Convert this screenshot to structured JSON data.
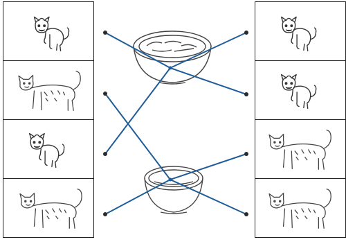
{
  "worksheet": {
    "left_column": [
      {
        "kind": "kitten",
        "icon": "kitten-icon"
      },
      {
        "kind": "cat",
        "icon": "cat-icon"
      },
      {
        "kind": "kitten",
        "icon": "kitten-icon"
      },
      {
        "kind": "cat",
        "icon": "cat-icon"
      }
    ],
    "right_column": [
      {
        "kind": "kitten",
        "icon": "kitten-icon"
      },
      {
        "kind": "kitten",
        "icon": "kitten-icon"
      },
      {
        "kind": "cat",
        "icon": "cat-icon"
      },
      {
        "kind": "cat",
        "icon": "cat-icon"
      }
    ],
    "bowls": [
      {
        "kind": "big-bowl",
        "icon": "big-bowl-icon"
      },
      {
        "kind": "small-bowl",
        "icon": "small-bowl-icon"
      }
    ],
    "connections": [
      {
        "from": "left-1",
        "to": "big-bowl",
        "end": "right-2"
      },
      {
        "from": "left-2",
        "to": "small-bowl",
        "end": "right-4"
      },
      {
        "from": "left-3",
        "to": "big-bowl",
        "end": "right-1"
      },
      {
        "from": "left-4",
        "to": "small-bowl",
        "end": "right-3"
      }
    ],
    "colors": {
      "line": "#1f5d99",
      "dot": "#2b2b2b",
      "ink": "#333333"
    }
  }
}
